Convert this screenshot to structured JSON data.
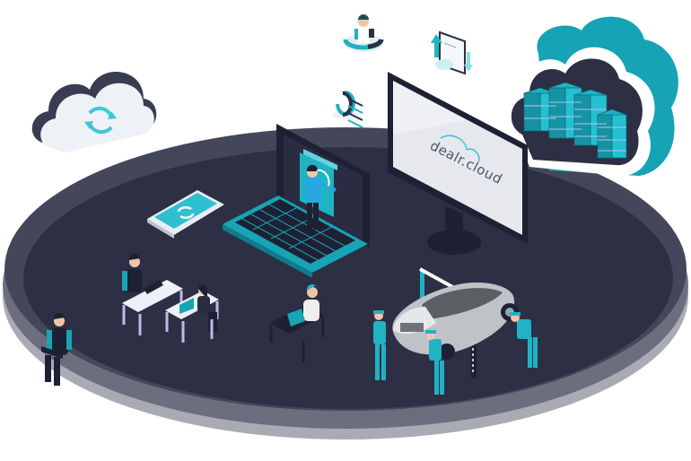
{
  "illustration": {
    "title": "Cloud dealership platform illustration",
    "monitor": {
      "logo_text": "dealr.cloud"
    },
    "elements": [
      "sync-cloud",
      "server-cloud",
      "support-agent-badge",
      "upload-download-document",
      "analytics-report",
      "desktop-monitor",
      "laptop-with-presenter",
      "smartphone-sync",
      "office-workers-at-desks",
      "seated-man-with-laptop",
      "woman-at-laptop-desk",
      "car-on-lift-with-mechanics"
    ]
  },
  "colors": {
    "platform_top": "#2d2f44",
    "platform_rim": "#444659",
    "platform_side_dark": "#6d6e7d",
    "platform_side_light": "#a9aab4",
    "accent_teal": "#1fb3c4",
    "accent_teal_dark": "#168a99",
    "navy": "#1e2033",
    "screen_light": "#e6e8ee",
    "cloud_white": "#eef1f6"
  }
}
